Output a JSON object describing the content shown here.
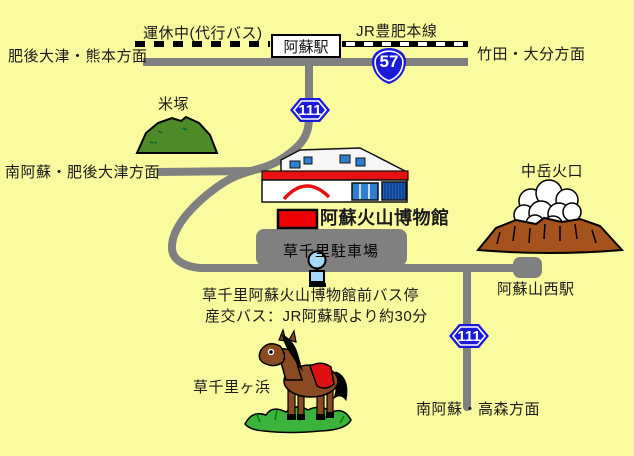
{
  "colors": {
    "background": "#fafa9e",
    "road_gray": "#808080",
    "route_shield_blue": "#1a1ad8",
    "museum_red": "#ee0000",
    "hill_green": "#4e8b28",
    "grass_green": "#3cb43c",
    "crater_brown": "#a5521c",
    "horse_brown": "#8a4a22",
    "bus_stop_blue": "#a8d8f8"
  },
  "railway": {
    "line_name": "JR豊肥本線",
    "suspended_note": "運休中(代行バス)",
    "station_name": "阿蘇駅"
  },
  "routes": {
    "national_57": "57",
    "prefectural_111": "111"
  },
  "directions": {
    "top_left": "肥後大津・熊本方面",
    "top_right": "竹田・大分方面",
    "mid_left": "南阿蘇・肥後大津方面",
    "bottom_right": "南阿蘇・高森方面"
  },
  "landmarks": {
    "komezuka": "米塚",
    "nakadake_crater": "中岳火口",
    "museum": "阿蘇火山博物館",
    "parking": "草千里駐車場",
    "asosan_nishi_station": "阿蘇山西駅",
    "kusasenri_gahama": "草千里ヶ浜"
  },
  "bus_stop": {
    "name": "草千里阿蘇火山博物館前バス停",
    "note": "産交バス：JR阿蘇駅より約30分"
  }
}
